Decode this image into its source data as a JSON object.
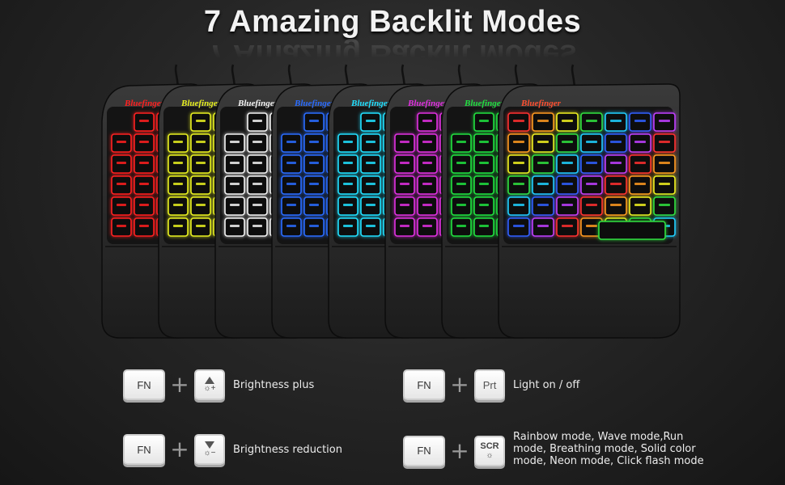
{
  "title": "7 Amazing Backlit Modes",
  "brand": "Bluefinger",
  "keyboard_colors": [
    "#ff2020",
    "#e8f020",
    "#f2f2f2",
    "#2a6cff",
    "#20e0ff",
    "#e030e0",
    "#20e040",
    "#rainbow"
  ],
  "keys": {
    "fn": "FN",
    "prt": "Prt",
    "scr": "SCR"
  },
  "legend": [
    {
      "key": "FN",
      "icon": "brightness-up-icon",
      "text": "Brightness plus"
    },
    {
      "key": "FN",
      "icon": "brightness-down-icon",
      "text": "Brightness reduction"
    },
    {
      "key": "FN",
      "icon": "prt-key",
      "text": "Light on / off"
    },
    {
      "key": "FN",
      "icon": "scr-key",
      "lines": [
        "Rainbow mode, Wave mode,Run",
        "mode, Breathing mode, Solid color",
        "mode, Neon mode, Click flash mode"
      ]
    }
  ]
}
